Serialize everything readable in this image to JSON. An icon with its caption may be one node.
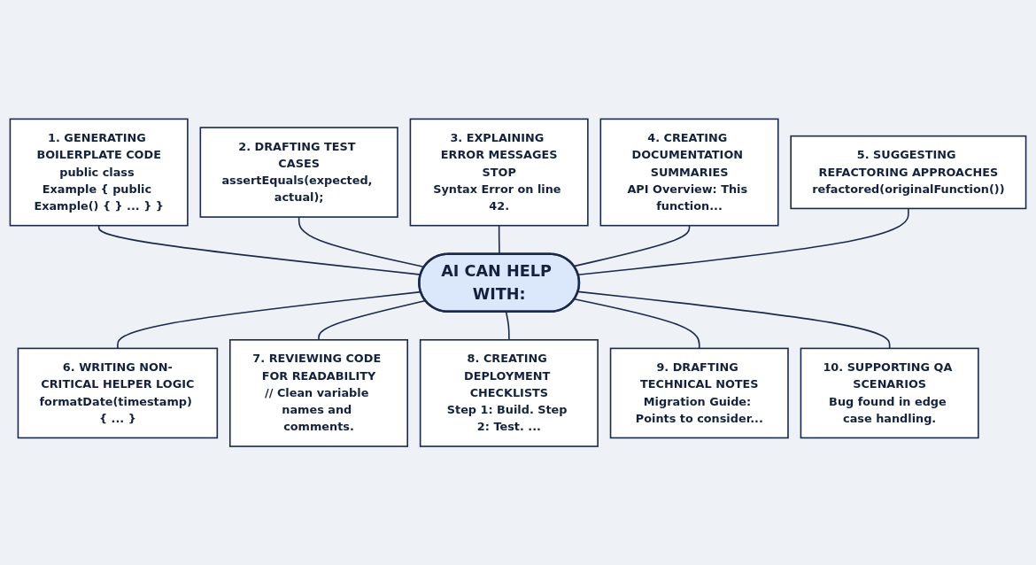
{
  "diagram": {
    "nodes": [
      {
        "text": [
          "1. GENERATING BOILERPLATE CODE",
          "public class Example { public Example() { } ... } }"
        ]
      },
      {
        "text": [
          "2. DRAFTING TEST CASES",
          "assertEquals(expected, actual);"
        ]
      },
      {
        "text": [
          "3. EXPLAINING ERROR MESSAGES",
          "STOP",
          "Syntax Error on line 42."
        ]
      },
      {
        "text": [
          "4. CREATING DOCUMENTATION SUMMARIES",
          "API Overview: This function..."
        ]
      },
      {
        "text": [
          "5. SUGGESTING REFACTORING APPROACHES",
          "refactored(originalFunction())"
        ]
      },
      {
        "text": [
          "AI CAN HELP WITH:"
        ]
      },
      {
        "text": [
          "6. WRITING NON-CRITICAL HELPER LOGIC",
          "formatDate(timestamp) { ... }"
        ]
      },
      {
        "text": [
          "7. REVIEWING CODE FOR READABILITY",
          "// Clean variable names and comments."
        ]
      },
      {
        "text": [
          "8. CREATING DEPLOYMENT CHECKLISTS",
          "Step 1: Build. Step 2: Test. ..."
        ]
      },
      {
        "text": [
          "9. DRAFTING TECHNICAL NOTES",
          "Migration Guide: Points to consider..."
        ]
      },
      {
        "text": [
          "10. SUPPORTING QA SCENARIOS",
          "Bug found in edge case handling."
        ]
      }
    ],
    "edges": [
      {
        "from": 0,
        "to": 5,
        "arrow": "none"
      },
      {
        "from": 1,
        "to": 5,
        "arrow": "none"
      },
      {
        "from": 2,
        "to": 5,
        "arrow": "none"
      },
      {
        "from": 3,
        "to": 5,
        "arrow": "none"
      },
      {
        "from": 4,
        "to": 5,
        "arrow": "none"
      },
      {
        "from": 5,
        "to": 6,
        "arrow": "none"
      },
      {
        "from": 5,
        "to": 7,
        "arrow": "none"
      },
      {
        "from": 5,
        "to": 8,
        "arrow": "none"
      },
      {
        "from": 5,
        "to": 9,
        "arrow": "none"
      },
      {
        "from": 5,
        "to": 10,
        "arrow": "none"
      }
    ]
  }
}
